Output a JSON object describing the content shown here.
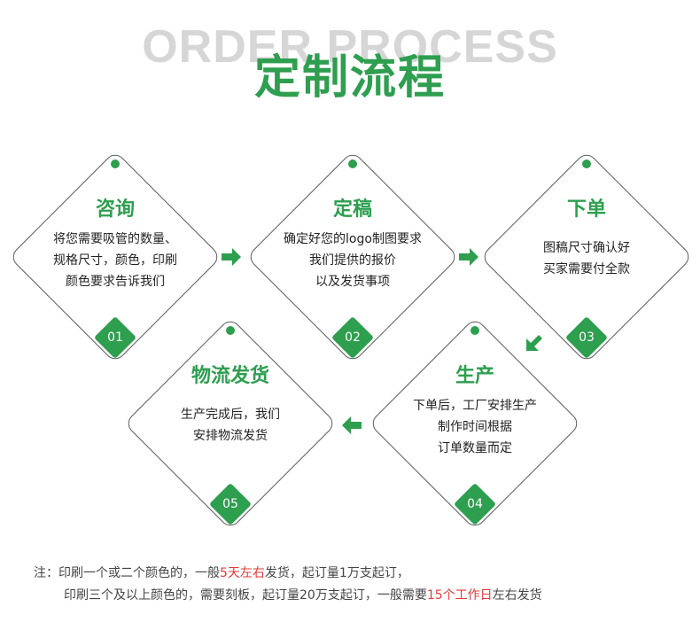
{
  "header": {
    "bg_title": "ORDER PROCESS",
    "title": "定制流程"
  },
  "steps": [
    {
      "title": "咨询",
      "lines": [
        "将您需要吸管的数量、",
        "规格尺寸，颜色，印刷",
        "颜色要求告诉我们"
      ],
      "num": "01"
    },
    {
      "title": "定稿",
      "lines": [
        "确定好您的logo制图要求",
        "我们提供的报价",
        "以及发货事项"
      ],
      "num": "02"
    },
    {
      "title": "下单",
      "lines": [
        "图稿尺寸确认好",
        "买家需要付全款"
      ],
      "num": "03"
    },
    {
      "title": "生产",
      "lines": [
        "下单后，工厂安排生产",
        "制作时间根据",
        "订单数量而定"
      ],
      "num": "04"
    },
    {
      "title": "物流发货",
      "lines": [
        "生产完成后，我们",
        "安排物流发货"
      ],
      "num": "05"
    }
  ],
  "note": {
    "line1_a": "注：印刷一个或二个颜色的，一般",
    "line1_red": "5天左右",
    "line1_b": "发货，起订量1万支起订，",
    "line2_a": "印刷三个及以上颜色的，需要刻板，起订量20万支起订，一般需要",
    "line2_red": "15个工作日",
    "line2_b": "左右发货"
  },
  "colors": {
    "accent": "#2e9e4f",
    "highlight": "#e23a3a",
    "bg_title": "#d6d6d6"
  }
}
